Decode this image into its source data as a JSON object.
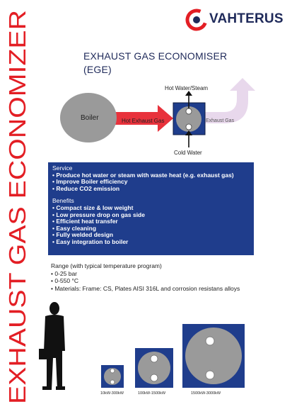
{
  "side_title": "EXHAUST GAS ECONOMIZER",
  "logo": {
    "brand": "VAHTERUS",
    "icon": "vahterus-logo-icon"
  },
  "title": {
    "line1": "EXHAUST GAS ECONOMISER",
    "line2": "(EGE)"
  },
  "diagram": {
    "boiler": "Boiler",
    "hot_exhaust": "Hot Exhaust Gas",
    "hot_water_steam": "Hot Water/Steam",
    "exhaust_gas": "Exhaust Gas",
    "cold_water": "Cold Water"
  },
  "info": {
    "service_heading": "Service",
    "service_items": [
      "Produce hot water or steam with waste heat (e.g. exhaust gas)",
      "Improve Boiler efficiency",
      "Reduce CO2 emission"
    ],
    "benefits_heading": "Benefits",
    "benefits_items": [
      "Compact size & low weight",
      "Low pressure drop on gas side",
      "Efficient heat transfer",
      "Easy cleaning",
      "Fully welded design",
      "Easy integration to boiler"
    ]
  },
  "range": {
    "heading": "Range (with typical temperature program)",
    "items": [
      "0-25 bar",
      "0-550 °C",
      "Materials: Frame: CS, Plates AISI 316L and corrosion resistans alloys"
    ]
  },
  "sizes": [
    "10kW-300kW",
    "100kW-1500kW",
    "1500kW-3000kW"
  ],
  "colors": {
    "accent_red": "#e31e24",
    "navy": "#1f3d8c",
    "dark_navy": "#1f2a5a",
    "boiler_gray": "#9a9a9a",
    "arrow_red": "#e8323c",
    "exhaust_lilac": "#e8d8ec"
  }
}
